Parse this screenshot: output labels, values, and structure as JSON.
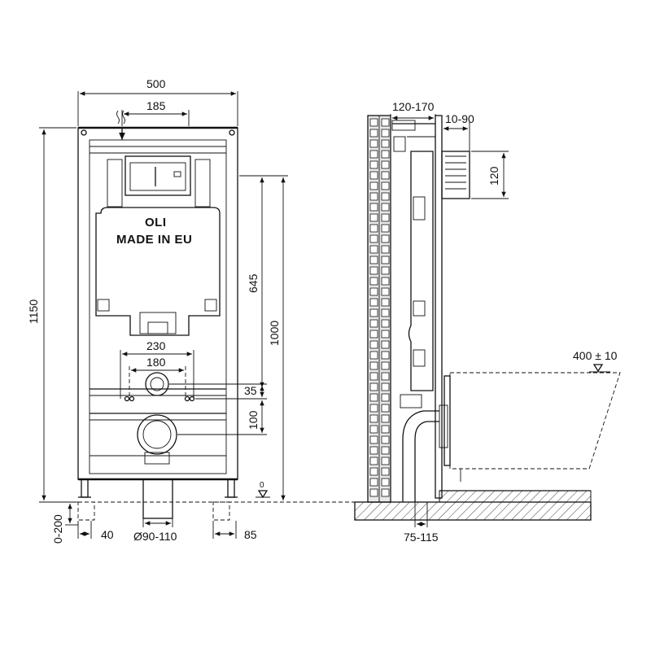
{
  "front_view": {
    "dim_width": "500",
    "dim_flush_plate": "185",
    "dim_height": "1150",
    "dim_flush_height": "645",
    "dim_frame_height": "1000",
    "dim_bolt_outer": "230",
    "dim_bolt_inner": "180",
    "dim_inlet_offset": "35",
    "dim_outlet_offset": "100",
    "dim_foot_adjust": "0-200",
    "dim_foot_left": "40",
    "dim_drain_diameter": "Ø90-110",
    "dim_foot_right": "85",
    "level_zero": "0",
    "brand_logo": "OLI",
    "brand_origin": "MADE IN EU"
  },
  "side_view": {
    "dim_wall_depth": "120-170",
    "dim_depth_adjust": "10-90",
    "dim_box_height": "120",
    "dim_bowl_height": "400 ± 10",
    "dim_outlet_depth": "75-115"
  }
}
